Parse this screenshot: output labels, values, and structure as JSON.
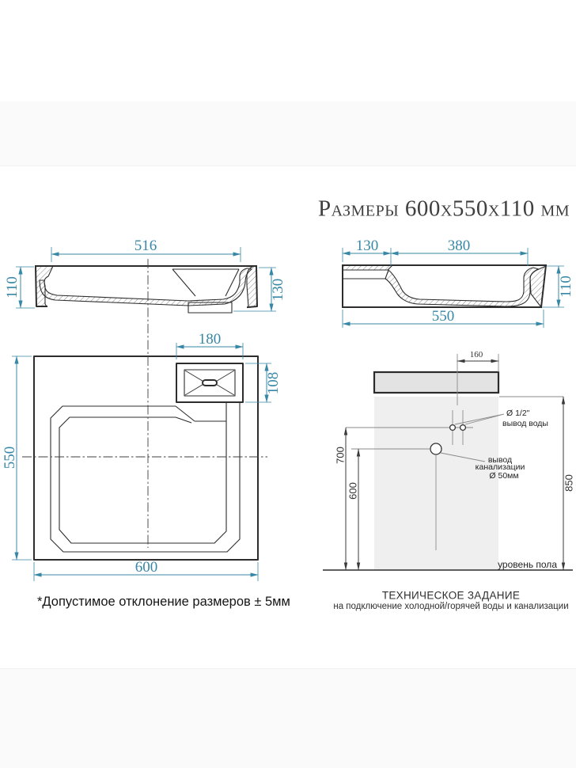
{
  "title": "Размеры 600x550x110 мм",
  "front_view": {
    "width": "516",
    "height_left": "110",
    "height_right": "130"
  },
  "side_view": {
    "deck_depth": "130",
    "bowl_depth": "380",
    "total_depth": "550",
    "height": "110"
  },
  "top_view": {
    "drain_box_width": "180",
    "drain_box_depth": "108",
    "depth": "550",
    "width": "600"
  },
  "tolerance_note": "*Допустимое отклонение размеров ± 5мм",
  "installation_view": {
    "tap_offset": "160",
    "water_outlet_height": "700",
    "drain_outlet_height": "600",
    "rim_height": "850",
    "water_label_size": "Ø 1/2\"",
    "water_label": "вывод воды",
    "drain_label_line1": "вывод",
    "drain_label_line2": "канализации",
    "drain_label_size": "Ø 50мм",
    "floor_label": "уровень пола",
    "caption_title": "ТЕХНИЧЕСКОЕ ЗАДАНИЕ",
    "caption_subtitle": "на подключение холодной/горячей воды и канализации"
  },
  "colors": {
    "dimension_accent": "#3787A6",
    "drawing_line": "#2D2D2D",
    "fill_bar": "#E3E3E3",
    "fill_band": "#EFEFEF"
  }
}
